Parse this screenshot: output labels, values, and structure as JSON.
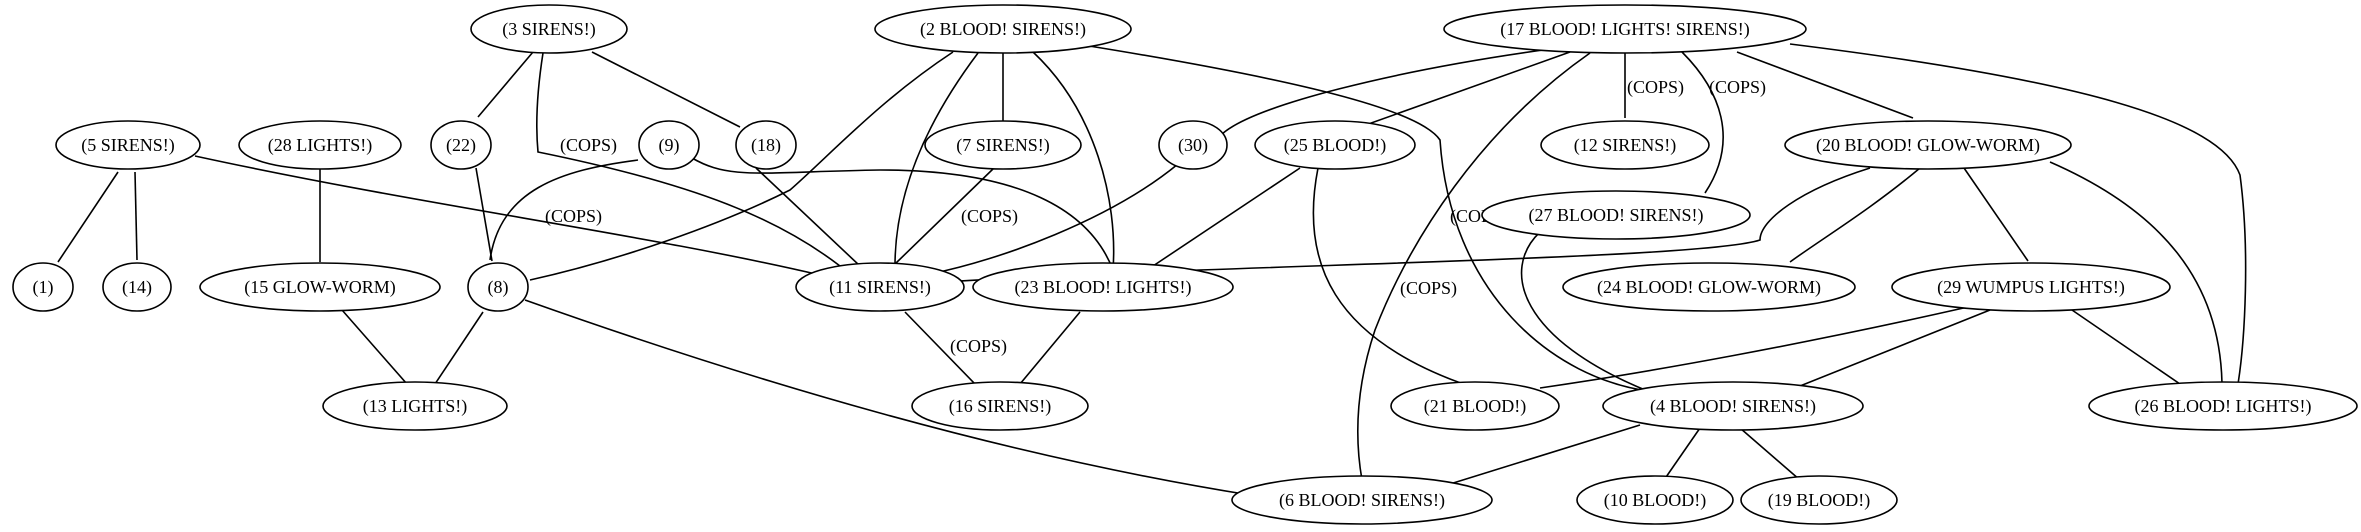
{
  "nodes": {
    "n3": "(3 SIRENS!)",
    "n2": "(2 BLOOD! SIRENS!)",
    "n17": "(17 BLOOD! LIGHTS! SIRENS!)",
    "n5": "(5 SIRENS!)",
    "n28": "(28 LIGHTS!)",
    "n22": "(22)",
    "n9": "(9)",
    "n18": "(18)",
    "n7": "(7 SIRENS!)",
    "n30": "(30)",
    "n25": "(25 BLOOD!)",
    "n12": "(12 SIRENS!)",
    "n20": "(20 BLOOD! GLOW-WORM)",
    "n27": "(27 BLOOD! SIRENS!)",
    "n1": "(1)",
    "n14": "(14)",
    "n15": "(15 GLOW-WORM)",
    "n8": "(8)",
    "n11": "(11 SIRENS!)",
    "n23": "(23 BLOOD! LIGHTS!)",
    "n24": "(24 BLOOD! GLOW-WORM)",
    "n29": "(29 WUMPUS LIGHTS!)",
    "n13": "(13 LIGHTS!)",
    "n16": "(16 SIRENS!)",
    "n21": "(21 BLOOD!)",
    "n4": "(4 BLOOD! SIRENS!)",
    "n26": "(26 BLOOD! LIGHTS!)",
    "n6": "(6 BLOOD! SIRENS!)",
    "n10": "(10 BLOOD!)",
    "n19": "(19 BLOOD!)"
  },
  "edge_labels": {
    "e3_11": "(COPS)",
    "e8_9": "(COPS)",
    "e7_11": "(COPS)",
    "e11_16": "(COPS)",
    "e17_12": "(COPS)",
    "e17_27": "(COPS)",
    "e2_4": "(COPS)",
    "e17_6": "(COPS)"
  }
}
